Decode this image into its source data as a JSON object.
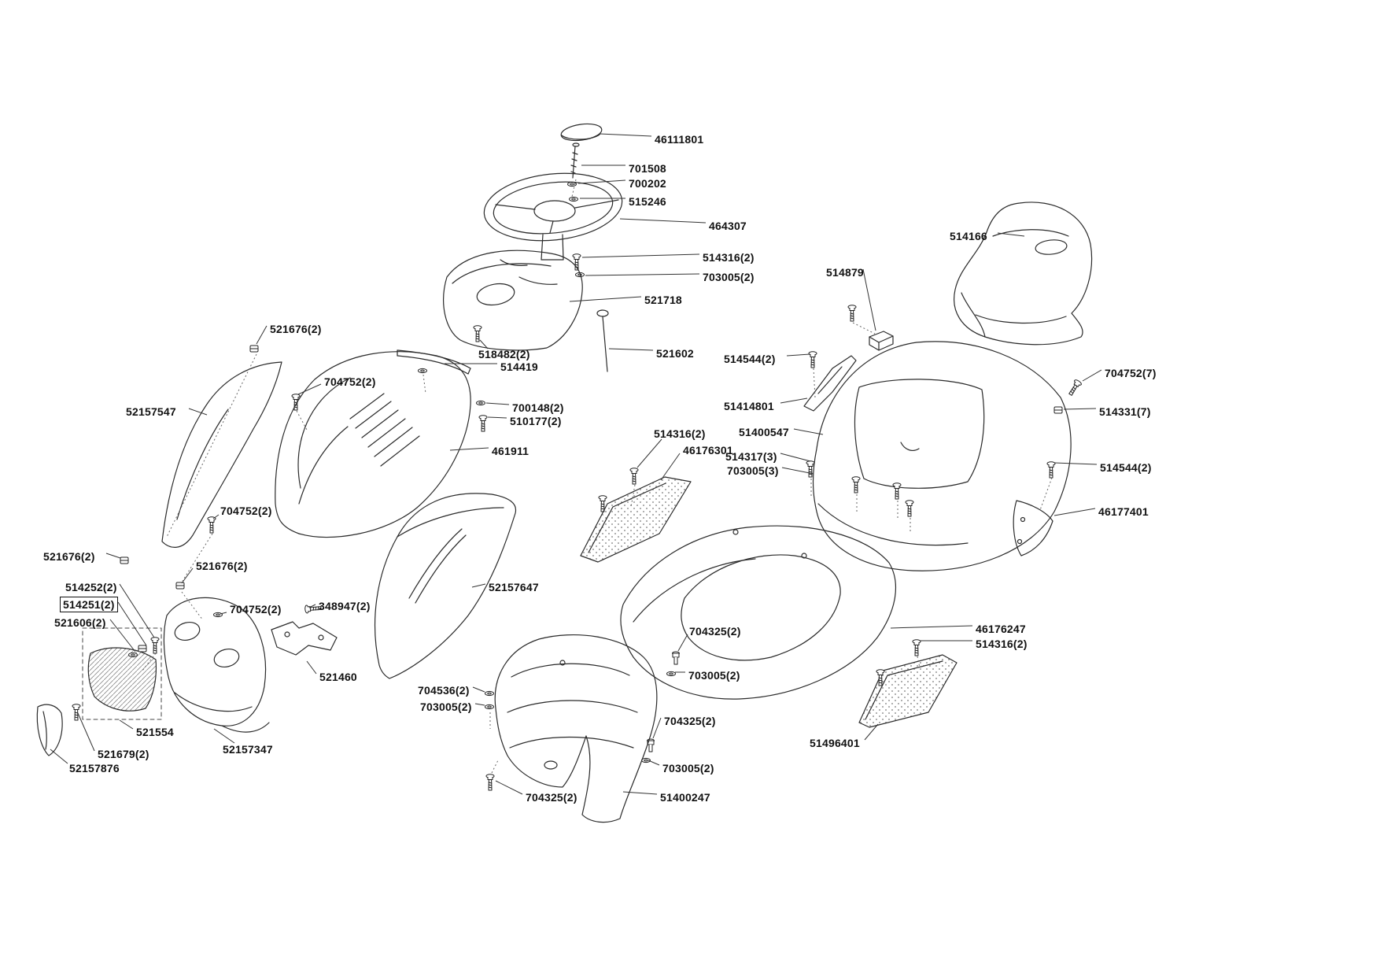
{
  "diagram": {
    "kind": "exploded-parts-diagram",
    "colors": {
      "background": "#ffffff",
      "line": "#2a2a2a",
      "label_text": "#111111"
    }
  },
  "icons": {
    "screw": "svg-bolt-glyph",
    "washer": "svg-washer-glyph",
    "clip": "svg-clip-glyph",
    "bolt": "svg-hex-bolt-glyph"
  },
  "labels": [
    "46111801",
    "701508",
    "700202",
    "515246",
    "464307",
    "514166",
    "514316(2)",
    "703005(2)",
    "514879",
    "521718",
    "521676(2)",
    "518482(2)",
    "521602",
    "514419",
    "514544(2)",
    "704752(2)",
    "52157547",
    "700148(2)",
    "510177(2)",
    "51414801",
    "704752(7)",
    "514331(7)",
    "514316(2)",
    "51400547",
    "46176301",
    "514317(3)",
    "703005(3)",
    "461911",
    "514544(2)",
    "46177401",
    "704752(2)",
    "521676(2)",
    "521676(2)",
    "514252(2)",
    "514251(2)",
    "521606(2)",
    "704752(2)",
    "348947(2)",
    "52157647",
    "704325(2)",
    "46176247",
    "514316(2)",
    "703005(2)",
    "521460",
    "704536(2)",
    "703005(2)",
    "521554",
    "52157347",
    "521679(2)",
    "52157876",
    "704325(2)",
    "703005(2)",
    "51496401",
    "704325(2)",
    "51400247"
  ]
}
